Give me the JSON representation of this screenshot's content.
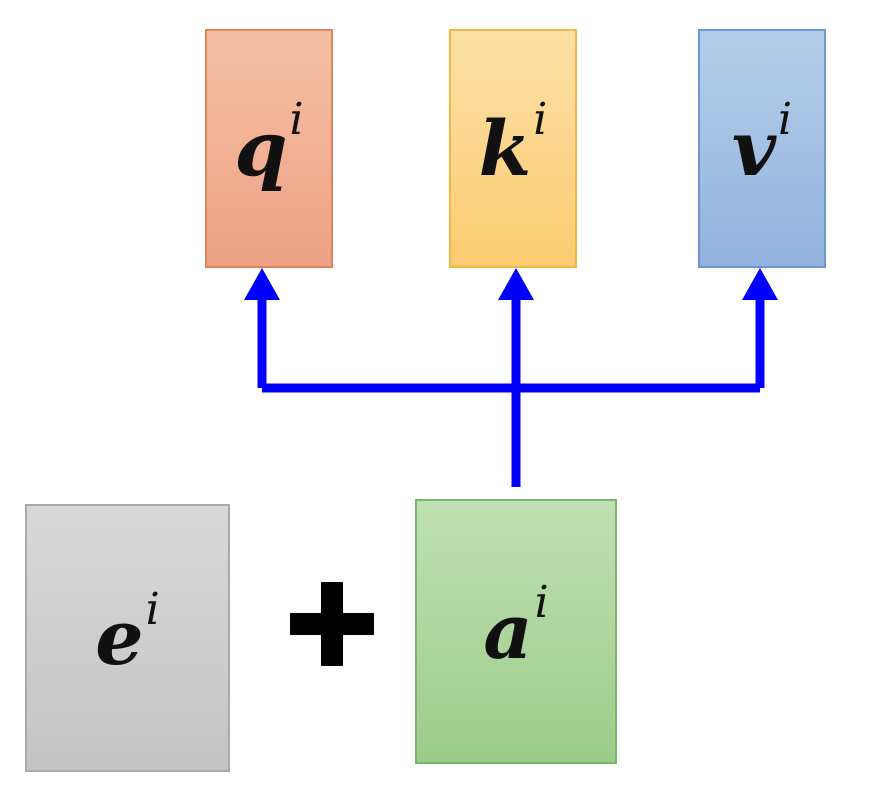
{
  "boxes": {
    "q": {
      "symbol": "q",
      "superscript": "i",
      "fill_top": "#f4bfa4",
      "fill_bottom": "#eea285",
      "border": "#e0845f"
    },
    "k": {
      "symbol": "k",
      "superscript": "i",
      "fill_top": "#fde0a6",
      "fill_bottom": "#fbcb72",
      "border": "#f0b743"
    },
    "v": {
      "symbol": "v",
      "superscript": "i",
      "fill_top": "#b5cde9",
      "fill_bottom": "#92b3de",
      "border": "#6f97cf"
    },
    "e": {
      "symbol": "e",
      "superscript": "i",
      "fill_top": "#d8d8d8",
      "fill_bottom": "#c4c4c4",
      "border": "#a9a9a9"
    },
    "a": {
      "symbol": "a",
      "superscript": "i",
      "fill_top": "#bfe0b2",
      "fill_bottom": "#9dcc8a",
      "border": "#7ab66a"
    }
  },
  "connector": {
    "color": "#0000ff"
  },
  "operator": {
    "color": "#000000"
  }
}
